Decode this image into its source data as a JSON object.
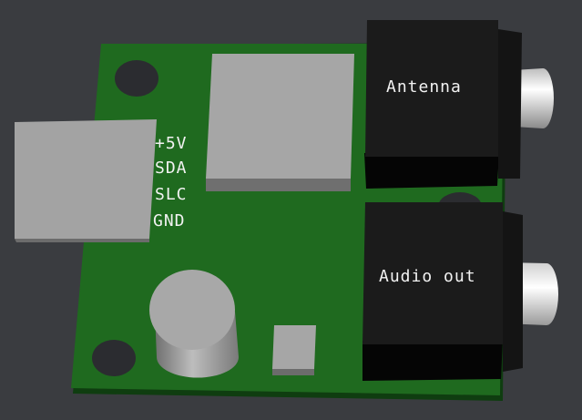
{
  "silkscreen": {
    "pins": [
      "+5V",
      "SDA",
      "SLC",
      "GND"
    ],
    "jack_top": "Antenna",
    "jack_bottom": "Audio out"
  },
  "colors": {
    "background": "#3a3c40",
    "pcb": "#1f6a1f",
    "pcb_edge": "#0f3d10",
    "chip": "#a3a3a3",
    "jack": "#1b1b1b",
    "silkscreen": "#f2f2f2"
  }
}
